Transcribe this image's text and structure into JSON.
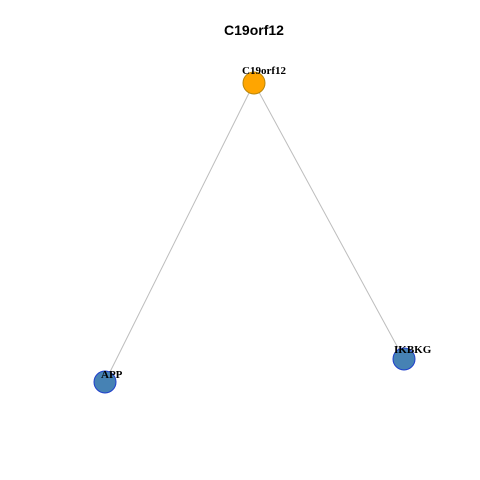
{
  "title": "C19orf12",
  "colors": {
    "center_node_fill": "#FFA500",
    "center_node_stroke": "#B8860B",
    "neighbor_node_fill": "#4682B4",
    "neighbor_node_stroke": "#1F3FCC",
    "edge": "#BDBDBD",
    "background": "#FFFFFF"
  },
  "nodes": [
    {
      "id": "C19orf12",
      "label": "C19orf12",
      "role": "center"
    },
    {
      "id": "APP",
      "label": "APP",
      "role": "neighbor"
    },
    {
      "id": "IKBKG",
      "label": "IKBKG",
      "role": "neighbor"
    }
  ],
  "edges": [
    {
      "source": "C19orf12",
      "target": "APP"
    },
    {
      "source": "C19orf12",
      "target": "IKBKG"
    }
  ]
}
